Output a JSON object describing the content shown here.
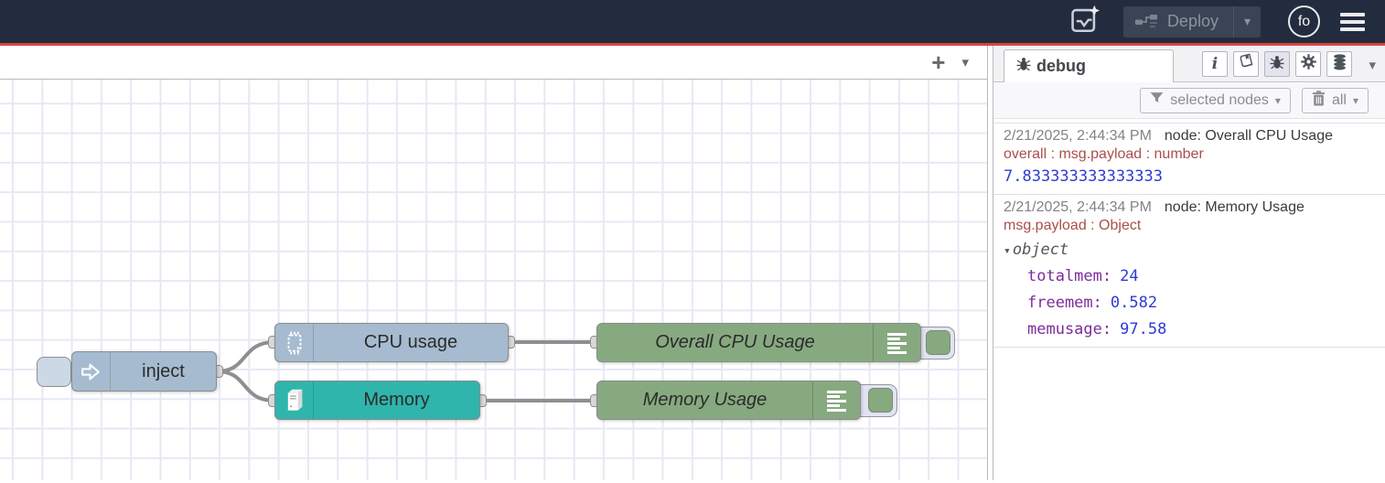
{
  "colors": {
    "header_bg": "#232c3e",
    "accent_red": "#d64545",
    "node_inject": "#a6bbcf",
    "node_cpu": "#a6bbcf",
    "node_memory": "#2fb5ac",
    "node_debug_green": "#87a980",
    "wire_gray": "#8f8f8f",
    "debug_value_blue": "#2e3bd3",
    "debug_key_purple": "#7d2d9c",
    "debug_property_red": "#a9504a",
    "grid_line": "#e8e8f4"
  },
  "glyphs": {
    "caret": "▾",
    "plus": "+",
    "info": "i"
  },
  "icons": {
    "header": [
      "ai-assistant-icon",
      "deploy-nodes-icon",
      "user-avatar",
      "hamburger-menu-icon"
    ],
    "sidebar_tabs": [
      "info-icon",
      "book-icon",
      "bug-icon",
      "gear-icon",
      "database-icon"
    ],
    "toolbar": [
      "funnel-icon",
      "trash-icon"
    ],
    "nodes": [
      "inject-arrow-icon",
      "cpu-chip-icon",
      "computer-tower-icon",
      "debug-list-icon"
    ]
  },
  "header": {
    "deploy_label": "Deploy",
    "avatar_label": "fo"
  },
  "flow": {
    "nodes": [
      {
        "label": "inject"
      },
      {
        "label": "CPU usage"
      },
      {
        "label": "Memory"
      },
      {
        "label": "Overall CPU Usage"
      },
      {
        "label": "Memory Usage"
      }
    ]
  },
  "sidebar": {
    "tab_label": "debug",
    "filter_label": "selected nodes",
    "clear_label": "all",
    "messages": [
      {
        "timestamp": "2/21/2025, 2:44:34 PM",
        "node_label": "node: Overall CPU Usage",
        "property": "overall : msg.payload : number",
        "value": "7.833333333333333"
      },
      {
        "timestamp": "2/21/2025, 2:44:34 PM",
        "node_label": "node: Memory Usage",
        "property": "msg.payload : Object",
        "tree_root": "object",
        "tree_items": [
          {
            "key": "totalmem:",
            "value": "24"
          },
          {
            "key": "freemem:",
            "value": "0.582"
          },
          {
            "key": "memusage:",
            "value": "97.58"
          }
        ]
      }
    ]
  }
}
